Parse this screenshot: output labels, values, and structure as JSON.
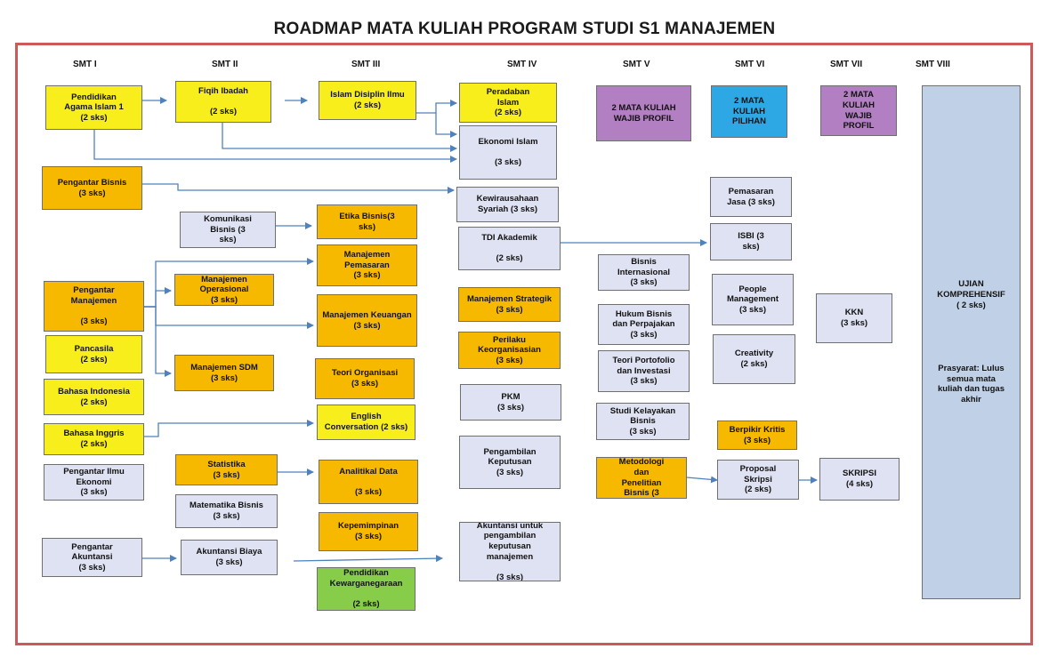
{
  "title": "ROADMAP MATA KULIAH PROGRAM STUDI S1 MANAJEMEN",
  "semesters": [
    "SMT I",
    "SMT II",
    "SMT III",
    "SMT IV",
    "SMT V",
    "SMT VI",
    "SMT VII",
    "SMT VIII"
  ],
  "colors": {
    "yellow": "#f7ee1c",
    "orange": "#f6b900",
    "lavender": "#dfe2f2",
    "blue": "#2ea8e5",
    "purple": "#b27fc2",
    "green": "#87cd4a",
    "comprehensive": "#c0d1e7",
    "frame": "#cd5a5a",
    "arrow": "#4f81bd"
  },
  "courses": {
    "pendidikan_agama": "Pendidikan\nAgama Islam 1\n(2 sks)",
    "pengantar_bisnis": "Pengantar Bisnis\n(3 sks)",
    "pengantar_manajemen": "Pengantar\nManajemen\n\n(3 sks)",
    "pancasila": "Pancasila\n(2 sks)",
    "bahasa_indonesia": "Bahasa Indonesia\n(2 sks)",
    "bahasa_inggris": "Bahasa Inggris\n(2 sks)",
    "pengantar_ilmu_ekonomi": "Pengantar Ilmu\nEkonomi\n(3 sks)",
    "pengantar_akuntansi": "Pengantar\nAkuntansi\n(3 sks)",
    "fiqih_ibadah": "Fiqih Ibadah\n\n(2 sks)",
    "komunikasi_bisnis": "Komunikasi\nBisnis (3\nsks)",
    "manajemen_operasional": "Manajemen\nOperasional\n(3 sks)",
    "manajemen_sdm": "Manajemen SDM\n(3 sks)",
    "statistika": "Statistika\n(3 sks)",
    "matematika_bisnis": "Matematika Bisnis\n(3 sks)",
    "akuntansi_biaya": "Akuntansi Biaya\n(3 sks)",
    "islam_disiplin_ilmu": "Islam Disiplin Ilmu\n(2 sks)",
    "etika_bisnis": "Etika Bisnis(3\nsks)",
    "manajemen_pemasaran": "Manajemen\nPemasaran\n(3 sks)",
    "manajemen_keuangan": "Manajemen Keuangan\n(3 sks)",
    "teori_organisasi": "Teori Organisasi\n(3 sks)",
    "english_conversation": "English\nConversation (2 sks)",
    "analitikal_data": "Analitikal Data\n\n(3 sks)",
    "kepemimpinan": "Kepemimpinan\n(3 sks)",
    "pendidikan_kewarganegaraan": "Pendidikan\nKewarganegaraan\n\n(2 sks)",
    "peradaban_islam": "Peradaban\nIslam\n(2 sks)",
    "ekonomi_islam": "Ekonomi Islam\n\n(3 sks)",
    "kewirausahaan_syariah": "Kewirausahaan\nSyariah (3 sks)",
    "tdi_akademik": "TDI Akademik\n\n(2 sks)",
    "manajemen_strategik": "Manajemen Strategik\n(3 sks)",
    "perilaku_keorganisasian": "Perilaku\nKeorganisasian\n(3 sks)",
    "pkm": "PKM\n(3 sks)",
    "pengambilan_keputusan": "Pengambilan\nKeputusan\n(3 sks)",
    "akuntansi_pengambilan": "Akuntansi untuk\npengambilan\nkeputusan\nmanajemen\n\n(3 sks)",
    "wajib_profil_v": "2 MATA KULIAH\nWAJIB PROFIL",
    "bisnis_internasional": "Bisnis\nInternasional\n(3 sks)",
    "hukum_bisnis": "Hukum Bisnis\ndan Perpajakan\n(3 sks)",
    "teori_portofolio": "Teori Portofolio\ndan Investasi\n(3 sks)",
    "studi_kelayakan": "Studi Kelayakan\nBisnis\n(3 sks)",
    "metodologi_penelitian": "Metodologi\ndan\nPenelitian\nBisnis (3",
    "mata_kuliah_pilihan": "2 MATA\nKULIAH\nPILIHAN",
    "pemasaran_jasa": "Pemasaran\nJasa (3 sks)",
    "isbi": "ISBI (3\nsks)",
    "people_management": "People\nManagement\n(3 sks)",
    "creativity": "Creativity\n(2 sks)",
    "berpikir_kritis": "Berpikir Kritis\n(3 sks)",
    "proposal_skripsi": "Proposal\nSkripsi\n(2 sks)",
    "wajib_profil_vii": "2 MATA\nKULIAH\nWAJIB\nPROFIL",
    "kkn": "KKN\n(3 sks)",
    "skripsi": "SKRIPSI\n(4 sks)",
    "ujian_komprehensif": "UJIAN\nKOMPREHENSIF\n( 2 sks)",
    "prasyarat": "Prasyarat: Lulus\nsemua mata\nkuliah dan tugas\nakhir"
  }
}
